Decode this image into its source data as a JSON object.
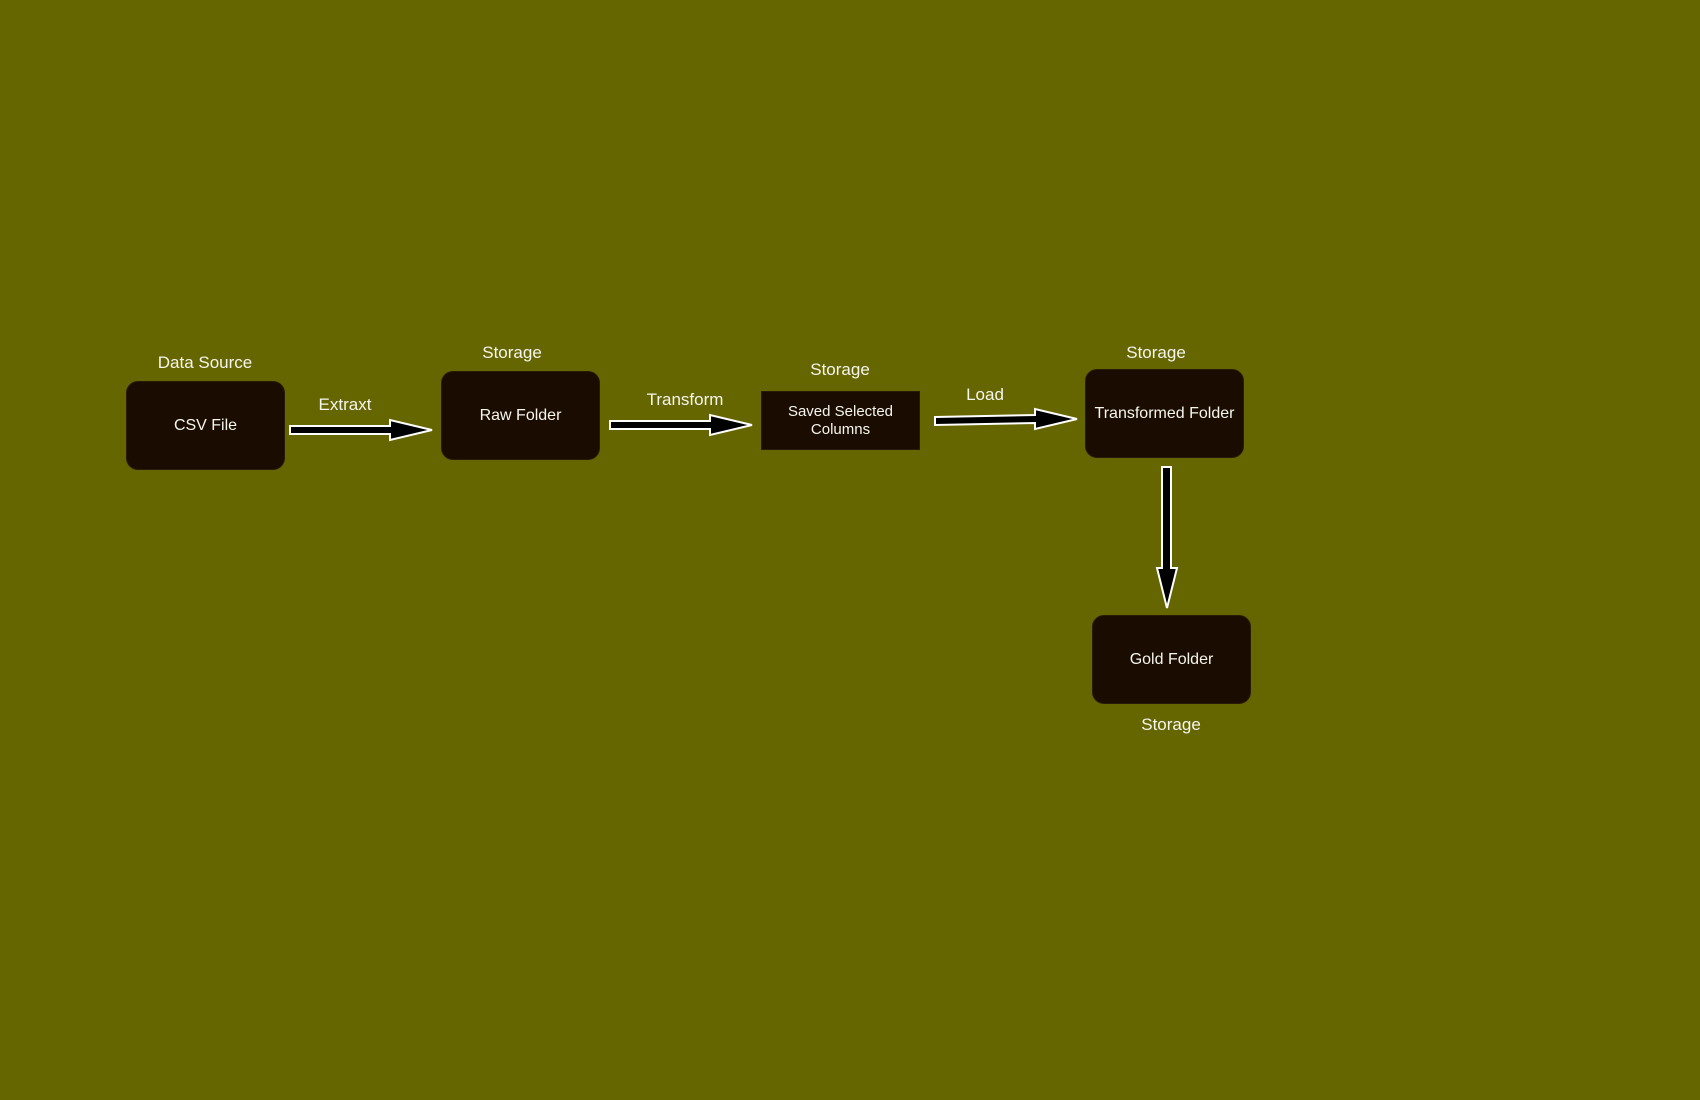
{
  "diagram": {
    "nodes": [
      {
        "id": "csv",
        "label": "CSV File",
        "caption": "Data Source"
      },
      {
        "id": "raw",
        "label": "Raw Folder",
        "caption": "Storage"
      },
      {
        "id": "selected",
        "label": "Saved Selected Columns",
        "caption": "Storage"
      },
      {
        "id": "transformed",
        "label": "Transformed Folder",
        "caption": "Storage"
      },
      {
        "id": "gold",
        "label": "Gold Folder",
        "caption": "Storage"
      }
    ],
    "edges": [
      {
        "from": "csv",
        "to": "raw",
        "label": "Extraxt"
      },
      {
        "from": "raw",
        "to": "selected",
        "label": "Transform"
      },
      {
        "from": "selected",
        "to": "transformed",
        "label": "Load"
      },
      {
        "from": "transformed",
        "to": "gold",
        "label": ""
      }
    ]
  },
  "colors": {
    "background": "#666600",
    "node_fill": "#1a0d00",
    "text": "#f5f5f0",
    "arrow_fill": "#000000",
    "arrow_outline": "#ffffff"
  }
}
